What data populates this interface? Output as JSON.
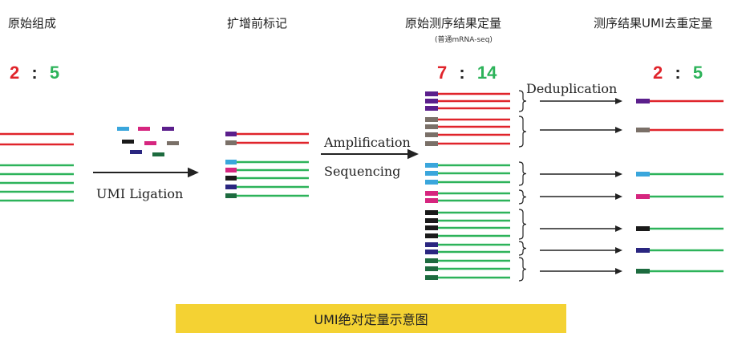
{
  "headings": {
    "original": "原始组成",
    "pre_label": "扩增前标记",
    "raw_quant": "原始测序结果定量",
    "raw_quant_sub": "(普通mRNA-seq)",
    "umi_quant": "测序结果UMI去重定量"
  },
  "ratios": {
    "original": {
      "red": "2",
      "sep": ":",
      "green": "5"
    },
    "raw": {
      "red": "7",
      "sep": ":",
      "green": "14"
    },
    "dedup": {
      "red": "2",
      "sep": ":",
      "green": "5"
    }
  },
  "labels": {
    "umi_ligation": "UMI Ligation",
    "amplification": "Amplification",
    "sequencing": "Sequencing",
    "deduplication": "Deduplication"
  },
  "banner": "UMI绝对定量示意图",
  "colors": {
    "red": "#e0242b",
    "green": "#2db35a",
    "purple": "#5b1f8c",
    "gray": "#7a7068",
    "lightblue": "#3aa6dc",
    "magenta": "#d6267f",
    "black": "#1a1a1a",
    "navy": "#2a2680",
    "darkgreen": "#1d6b3f",
    "arrow": "#222222"
  }
}
